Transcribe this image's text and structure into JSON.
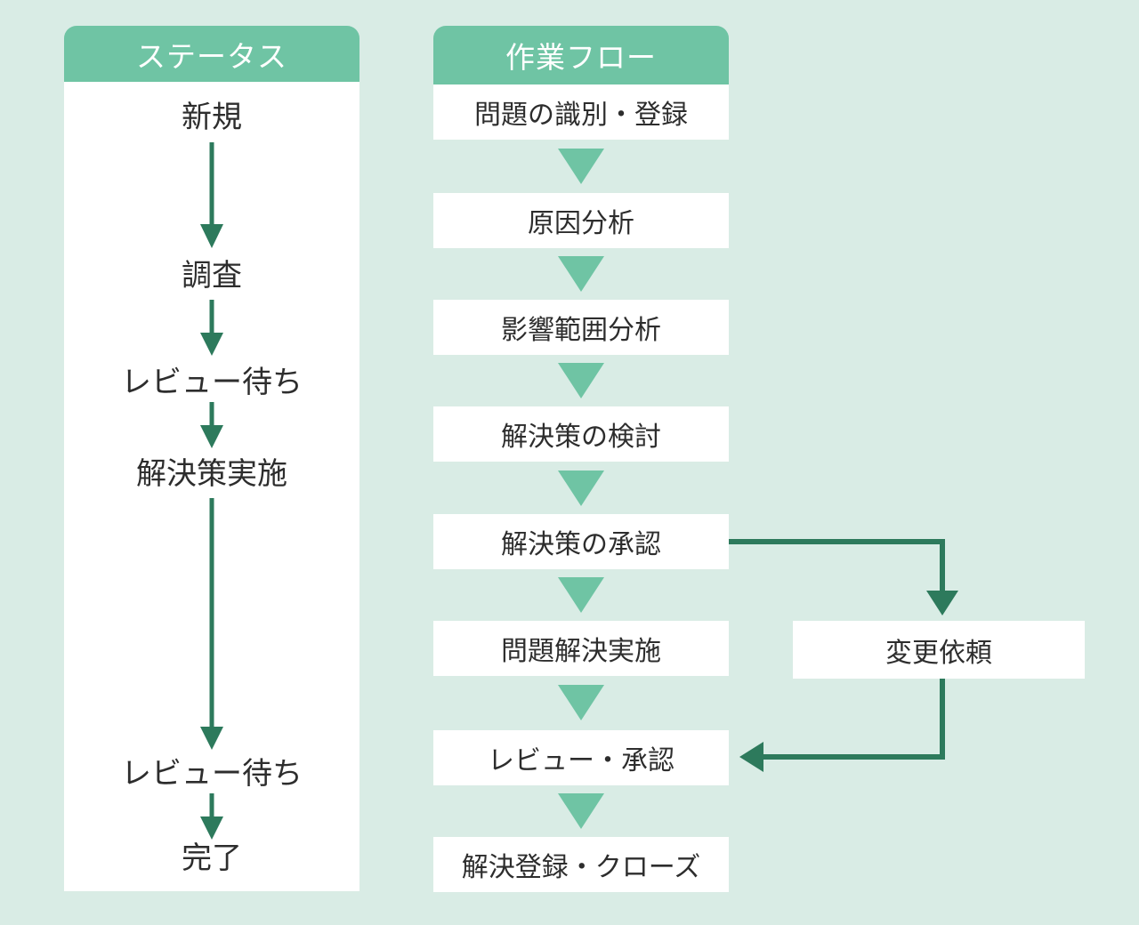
{
  "diagram": {
    "type": "flowchart",
    "colors": {
      "background": "#d9ece5",
      "header_fill": "#6fc4a4",
      "header_text": "#ffffff",
      "box_fill": "#ffffff",
      "box_text": "#2d2d2d",
      "connector_triangle": "#6fc4a4",
      "arrow_dark": "#2d7a5c"
    },
    "status_column": {
      "header": "ステータス",
      "items": [
        {
          "label": "新規"
        },
        {
          "label": "調査"
        },
        {
          "label": "レビュー待ち"
        },
        {
          "label": "解決策実施"
        },
        {
          "label": "レビュー待ち"
        },
        {
          "label": "完了"
        }
      ]
    },
    "flow_column": {
      "header": "作業フロー",
      "steps": [
        {
          "label": "問題の識別・登録"
        },
        {
          "label": "原因分析"
        },
        {
          "label": "影響範囲分析"
        },
        {
          "label": "解決策の検討"
        },
        {
          "label": "解決策の承認"
        },
        {
          "label": "問題解決実施"
        },
        {
          "label": "レビュー・承認"
        },
        {
          "label": "解決登録・クローズ"
        }
      ]
    },
    "side_branch": {
      "label": "変更依頼",
      "from_step": "解決策の承認",
      "to_step": "レビュー・承認"
    }
  }
}
